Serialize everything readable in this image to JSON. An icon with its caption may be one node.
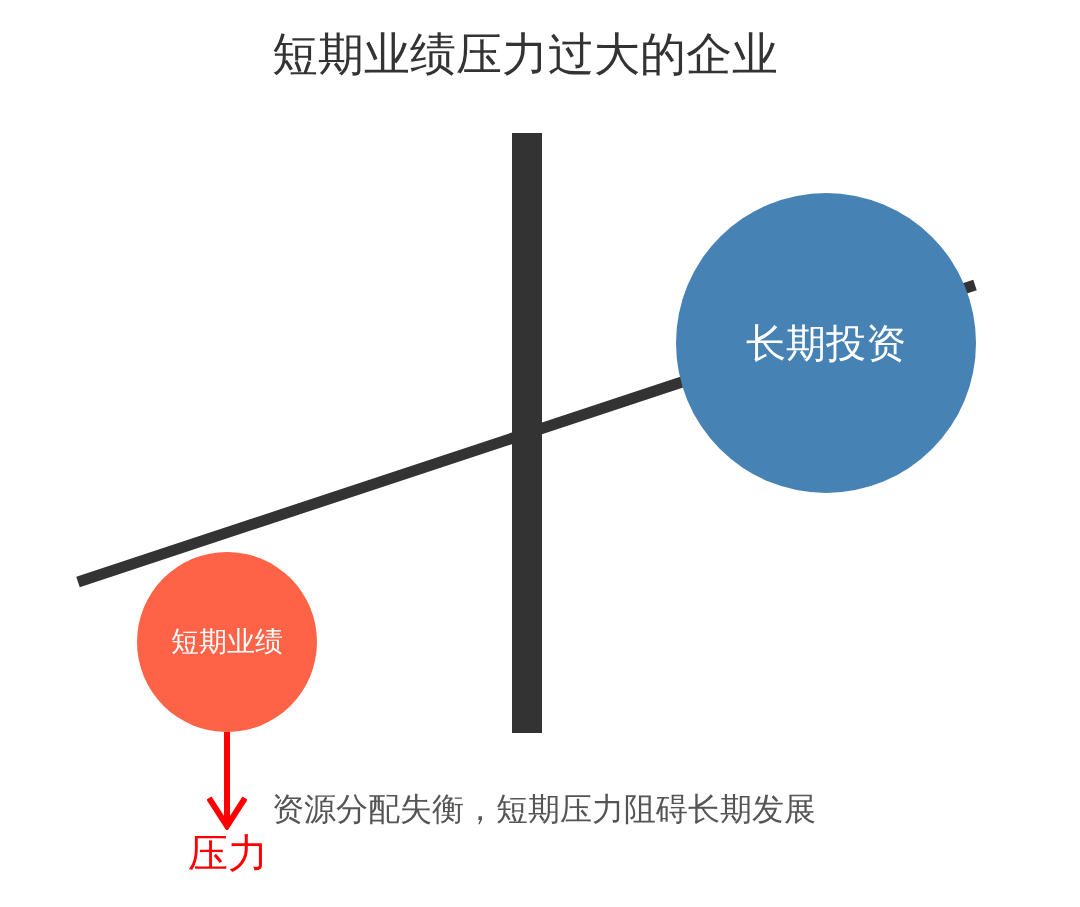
{
  "diagram": {
    "title": "短期业绩压力过大的企业",
    "nodes": [
      {
        "text": [
          "长期投资"
        ]
      },
      {
        "text": [
          "短期业绩"
        ]
      },
      {
        "text": [
          "压力"
        ]
      }
    ],
    "edges": [
      {
        "from": 1,
        "to": 2,
        "arrow": "to",
        "color": "#ff0000"
      }
    ],
    "labels": [
      "资源分配失衡，短期压力阻碍长期发展"
    ]
  }
}
